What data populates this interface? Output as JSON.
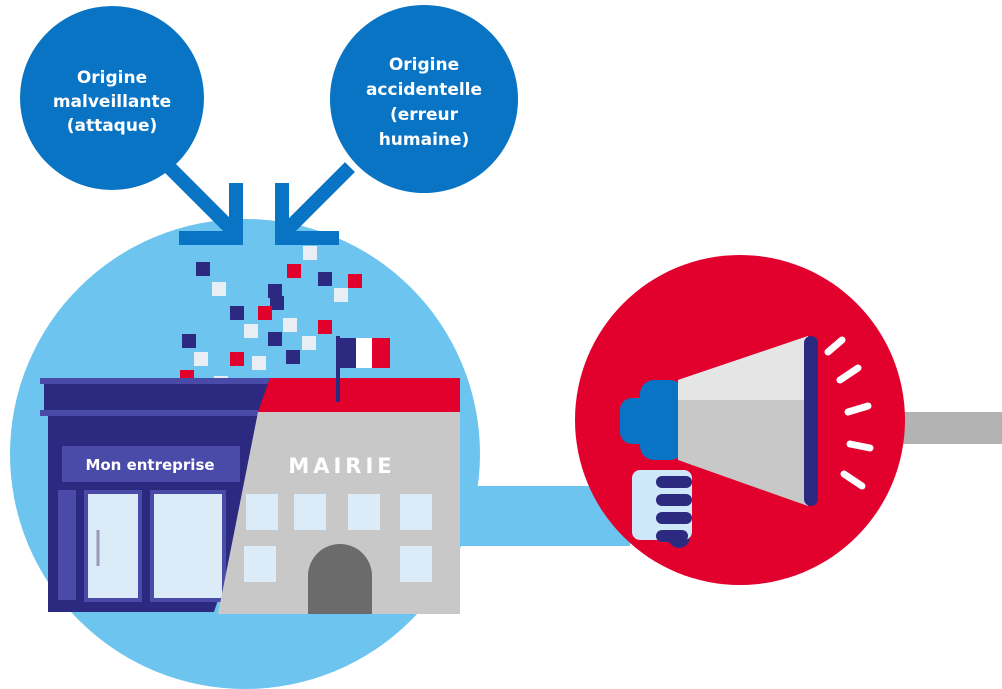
{
  "bubbles": {
    "malicious": {
      "lines": [
        "Origine",
        "malveillante",
        "(attaque)"
      ]
    },
    "accidental": {
      "lines": [
        "Origine",
        "accidentelle",
        "(erreur",
        "humaine)"
      ]
    }
  },
  "buildings": {
    "shop_sign": "Mon entreprise",
    "town_hall_sign": "MAIRIE"
  },
  "colors": {
    "bubble_blue": "#0a74c4",
    "sky_blue": "#6cc4ef",
    "alert_red": "#e2002d",
    "navy": "#2b2a80",
    "grey": "#c8c8c8"
  },
  "icons": {
    "megaphone": "megaphone-icon",
    "flag": "french-flag-icon"
  }
}
